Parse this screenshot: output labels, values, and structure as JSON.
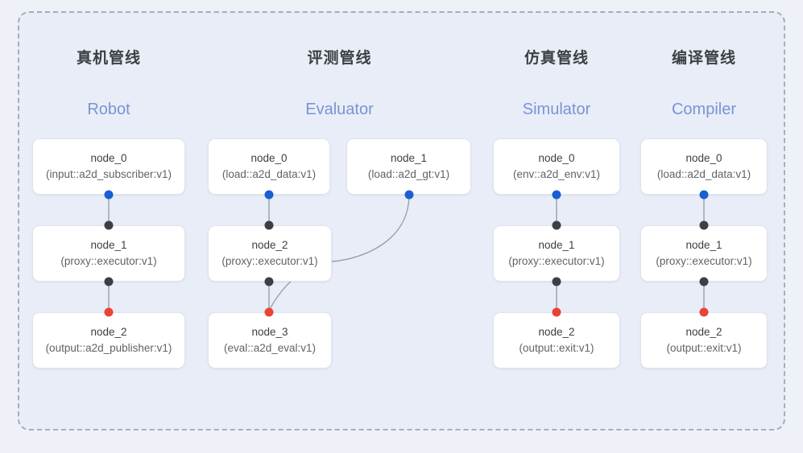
{
  "frame": {
    "border_style": "dashed",
    "border_color": "#a7adb8",
    "panel_bg": "#e8edf7",
    "page_bg": "#eef1f8"
  },
  "palette": {
    "title_color": "#3c4043",
    "subtitle_color": "#7b93d6",
    "node_bg": "#ffffff",
    "node_border": "#dfe3ec",
    "dot_input": "#1a5fd0",
    "dot_proxy": "#3c4043",
    "dot_output": "#ea4335",
    "edge_color": "#9aa0a6"
  },
  "columns": [
    {
      "id": "robot",
      "title": "真机管线",
      "subtitle": "Robot",
      "nodes": [
        {
          "id": "robot-node-0",
          "name": "node_0",
          "type": "(input::a2d_subscriber:v1)"
        },
        {
          "id": "robot-node-1",
          "name": "node_1",
          "type": "(proxy::executor:v1)"
        },
        {
          "id": "robot-node-2",
          "name": "node_2",
          "type": "(output::a2d_publisher:v1)"
        }
      ]
    },
    {
      "id": "evaluator",
      "title": "评测管线",
      "subtitle": "Evaluator",
      "nodes": [
        {
          "id": "eval-node-0",
          "name": "node_0",
          "type": "(load::a2d_data:v1)"
        },
        {
          "id": "eval-node-1",
          "name": "node_1",
          "type": "(load::a2d_gt:v1)"
        },
        {
          "id": "eval-node-2",
          "name": "node_2",
          "type": "(proxy::executor:v1)"
        },
        {
          "id": "eval-node-3",
          "name": "node_3",
          "type": "(eval::a2d_eval:v1)"
        }
      ]
    },
    {
      "id": "simulator",
      "title": "仿真管线",
      "subtitle": "Simulator",
      "nodes": [
        {
          "id": "sim-node-0",
          "name": "node_0",
          "type": "(env::a2d_env:v1)"
        },
        {
          "id": "sim-node-1",
          "name": "node_1",
          "type": "(proxy::executor:v1)"
        },
        {
          "id": "sim-node-2",
          "name": "node_2",
          "type": "(output::exit:v1)"
        }
      ]
    },
    {
      "id": "compiler",
      "title": "编译管线",
      "subtitle": "Compiler",
      "nodes": [
        {
          "id": "comp-node-0",
          "name": "node_0",
          "type": "(load::a2d_data:v1)"
        },
        {
          "id": "comp-node-1",
          "name": "node_1",
          "type": "(proxy::executor:v1)"
        },
        {
          "id": "comp-node-2",
          "name": "node_2",
          "type": "(output::exit:v1)"
        }
      ]
    }
  ]
}
